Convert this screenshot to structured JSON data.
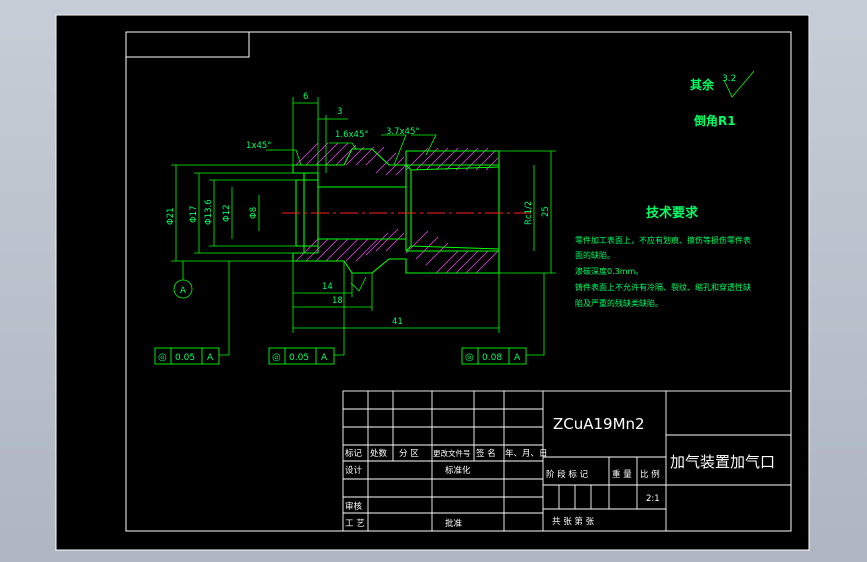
{
  "colors": {
    "background": "#000000",
    "frame": "#ffffff",
    "geometry": "#00ff00",
    "hatch": "#ff44ff",
    "centerline": "#ff2020",
    "text_green": "#00ff66",
    "text_white": "#ffffff"
  },
  "surface_finish": {
    "label": "其余",
    "value": "3.2"
  },
  "chamfer_note": "倒角R1",
  "tech": {
    "title": "技术要求",
    "lines": [
      "零件加工表面上，不应有划痕、擦伤等损伤零件表",
      "面的缺陷。",
      "渗碳深度0.3mm。",
      "铸件表面上不允许有冷隔、裂纹、缩孔和穿透性缺",
      "陷及严重的残缺类缺陷。"
    ]
  },
  "dims": {
    "top_6": "6",
    "top_3": "3",
    "chamfer_1": "1x45°",
    "chamfer_2": "1.6x45°",
    "chamfer_3": "3.7x45°",
    "d21": "Φ21",
    "d17": "Φ17",
    "d13_6": "Φ13.6",
    "d12": "Φ12",
    "d8": "Φ8",
    "thread": "Rc1/2",
    "d25": "25",
    "len_14": "14",
    "len_18": "18",
    "len_41": "41",
    "datum": "A"
  },
  "tolerances": [
    {
      "symbol": "◎",
      "value": "0.05",
      "datum": "A"
    },
    {
      "symbol": "◎",
      "value": "0.05",
      "datum": "A"
    },
    {
      "symbol": "◎",
      "value": "0.08",
      "datum": "A"
    }
  ],
  "title_block": {
    "material": "ZCuA19Mn2",
    "part_name": "加气装置加气口",
    "headers": [
      "标记",
      "处数",
      "分 区",
      "更改文件号",
      "签 名",
      "年、月、日"
    ],
    "design": "设计",
    "standardize": "标准化",
    "check": "审核",
    "process": "工 艺",
    "approve": "批准",
    "stage_mark": "阶 段 标 记",
    "weight": "重 量",
    "scale_label": "比 例",
    "scale": "2:1",
    "sheets": "共    张    第    张"
  }
}
